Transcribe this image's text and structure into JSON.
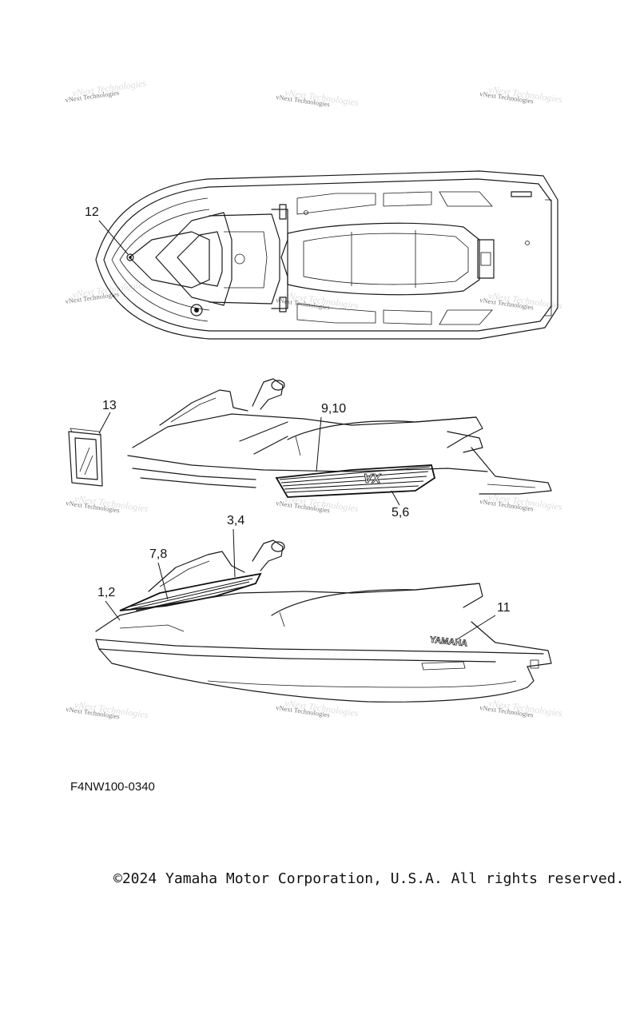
{
  "diagram": {
    "part_code": "F4NW100-0340",
    "copyright": "©2024 Yamaha Motor Corporation, U.S.A. All rights reserved.",
    "watermark": "vNext Technologies",
    "callouts": {
      "c12": "12",
      "c13": "13",
      "c9_10": "9,10",
      "c5_6": "5,6",
      "c3_4": "3,4",
      "c7_8": "7,8",
      "c1_2": "1,2",
      "c11": "11"
    },
    "decal_text": {
      "brand": "YAMAHA",
      "model": "VX"
    }
  }
}
